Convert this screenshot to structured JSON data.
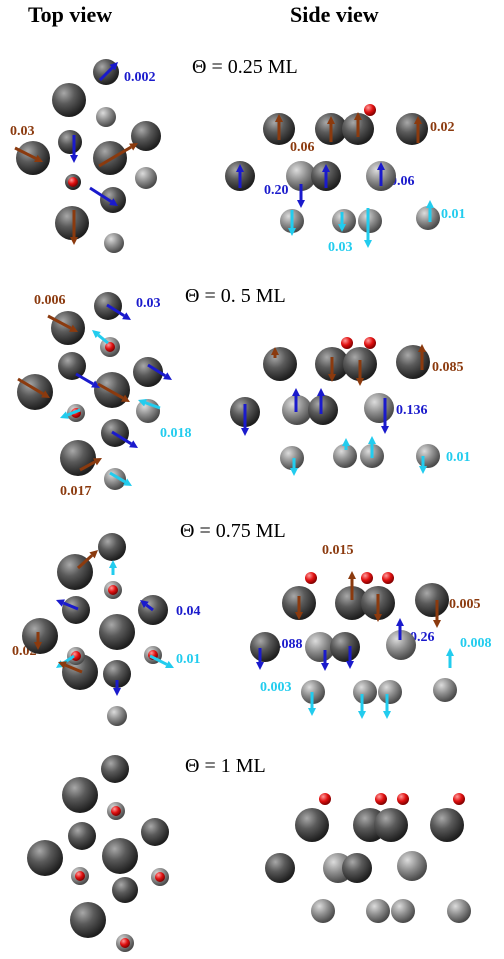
{
  "headers": {
    "top_view": "Top view",
    "side_view": "Side view"
  },
  "colors": {
    "atom_dark": "#3c3c3c",
    "atom_light": "#9a9a9a",
    "oxygen": "#e01010",
    "arrow_brown": "#8b3a0e",
    "arrow_blue": "#1a1acc",
    "arrow_cyan": "#22ccee"
  },
  "panels": [
    {
      "coverage": "Θ = 0.25 ML",
      "labels": [
        "0.002",
        "0.03",
        "0.06",
        "0.02",
        "0.20",
        "0.06",
        "0.01",
        "0.03"
      ]
    },
    {
      "coverage": "Θ = 0. 5 ML",
      "labels": [
        "0.006",
        "0.03",
        "0.018",
        "0.017",
        "0.085",
        "0.136",
        "0.01"
      ]
    },
    {
      "coverage": "Θ = 0.75 ML",
      "labels": [
        "0.04",
        "0.02",
        "0.01",
        "0.015",
        "0.005",
        "0.26",
        "0.088",
        "0.008",
        "0.003"
      ]
    },
    {
      "coverage": "Θ = 1 ML",
      "labels": []
    }
  ]
}
